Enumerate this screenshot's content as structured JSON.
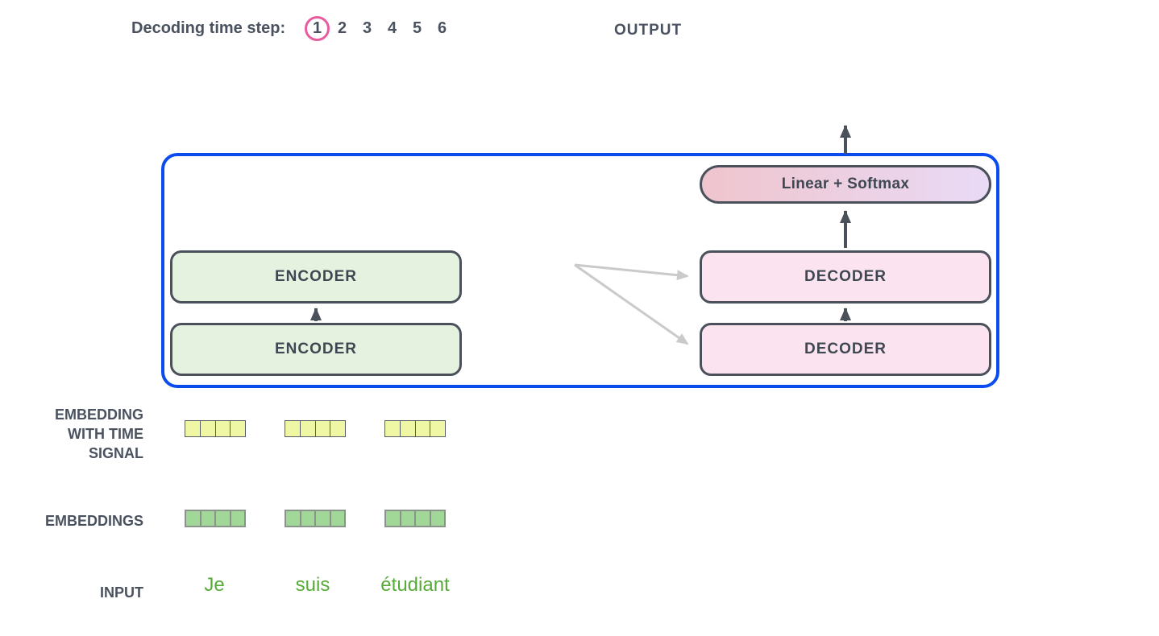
{
  "header": {
    "decoding_label": "Decoding time step:",
    "steps": [
      "1",
      "2",
      "3",
      "4",
      "5",
      "6"
    ],
    "active_step": "1",
    "output_label": "OUTPUT"
  },
  "model": {
    "linear_softmax_label": "Linear + Softmax",
    "encoders": [
      "ENCODER",
      "ENCODER"
    ],
    "decoders": [
      "DECODER",
      "DECODER"
    ]
  },
  "io": {
    "time_signal_label_lines": [
      "EMBEDDING",
      "WITH TIME",
      "SIGNAL"
    ],
    "embeddings_label": "EMBEDDINGS",
    "input_label": "INPUT",
    "input_tokens": [
      "Je",
      "suis",
      "étudiant"
    ],
    "embedding_cells_per_vector": 4,
    "vector_count": 3
  },
  "colors": {
    "accent_blue": "#0b4cf0",
    "outline_dark": "#4a515b",
    "text_dark": "#4a5260",
    "box_label": "#3f4752",
    "encoder_fill": "#e6f2e0",
    "decoder_fill": "#fbe4ef",
    "softmax_left": "#efc5cd",
    "softmax_right": "#e9daf6",
    "cell_yellow": "#eff7a4",
    "cell_yellow_border": "#565d66",
    "cell_green": "#a2d897",
    "cell_green_border": "#89938b",
    "arrow_gray": "#c9cac9",
    "ring_pink": "#e85c9e",
    "input_green": "#57ab38"
  }
}
